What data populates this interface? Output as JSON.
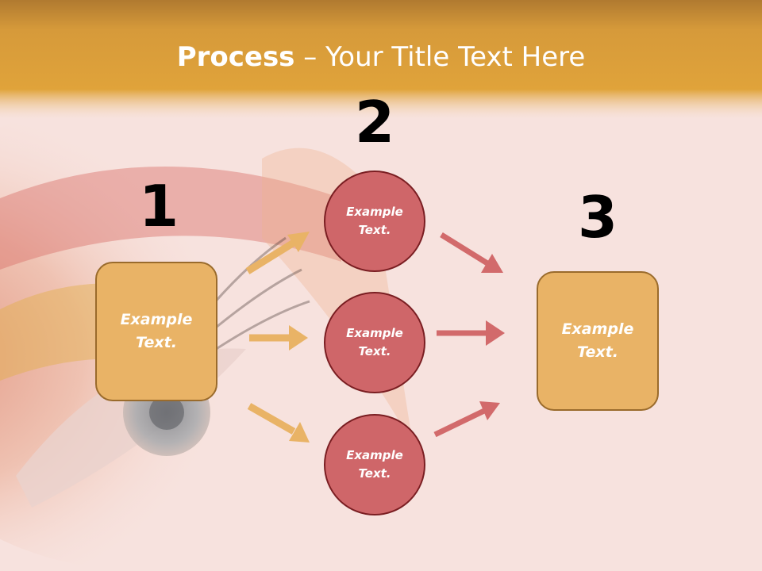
{
  "title": {
    "bold": "Process",
    "rest": " – Your Title Text Here"
  },
  "steps": {
    "one": "1",
    "two": "2",
    "three": "3"
  },
  "left_box": {
    "line1": "Example",
    "line2": "Text."
  },
  "circles": [
    {
      "line1": "Example",
      "line2": "Text."
    },
    {
      "line1": "Example",
      "line2": "Text."
    },
    {
      "line1": "Example",
      "line2": "Text."
    }
  ],
  "right_box": {
    "line1": "Example",
    "line2": "Text."
  },
  "colors": {
    "banner": "#dfa034",
    "box_fill": "#e9b366",
    "box_border": "#9a6b2c",
    "circle_fill": "#cf6669",
    "circle_border": "#7a1e22",
    "arrow_left": "#e9b366",
    "arrow_right": "#d26a6b"
  }
}
